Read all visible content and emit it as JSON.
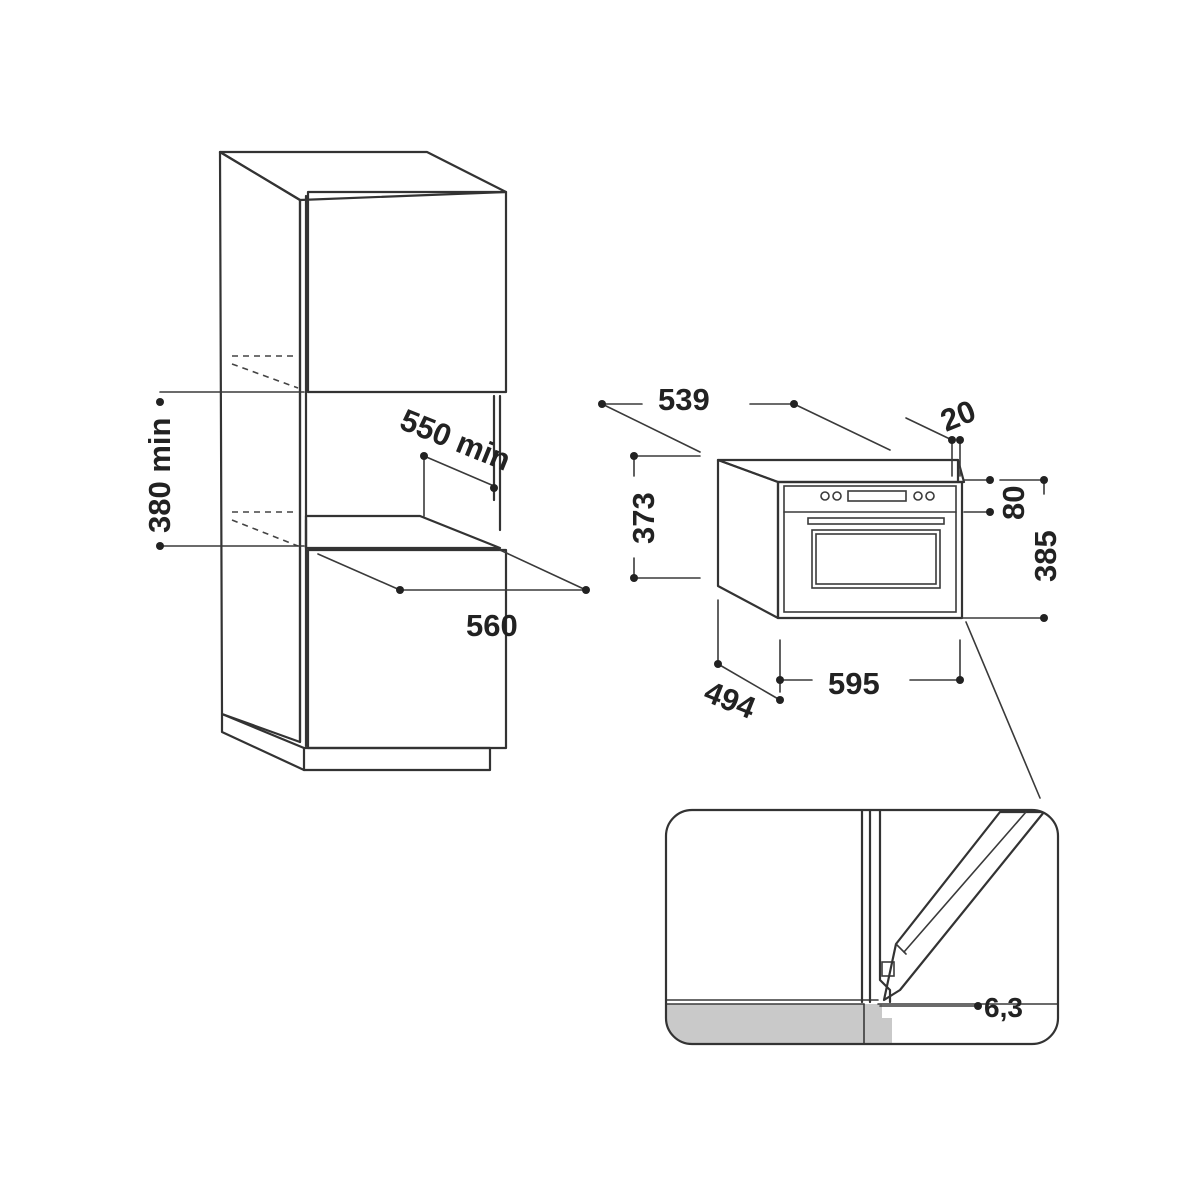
{
  "dimensions": {
    "niche_height_min": "380 min",
    "niche_depth_min": "550 min",
    "niche_width": "560",
    "appliance_depth": "539",
    "panel_offset": "20",
    "appliance_body_height": "373",
    "control_panel_height": "80",
    "appliance_total_height": "385",
    "appliance_width": "595",
    "appliance_body_depth": "494",
    "detail_gap": "6,3"
  },
  "colors": {
    "line": "#333333",
    "detail_fill": "#c9c9c9"
  }
}
